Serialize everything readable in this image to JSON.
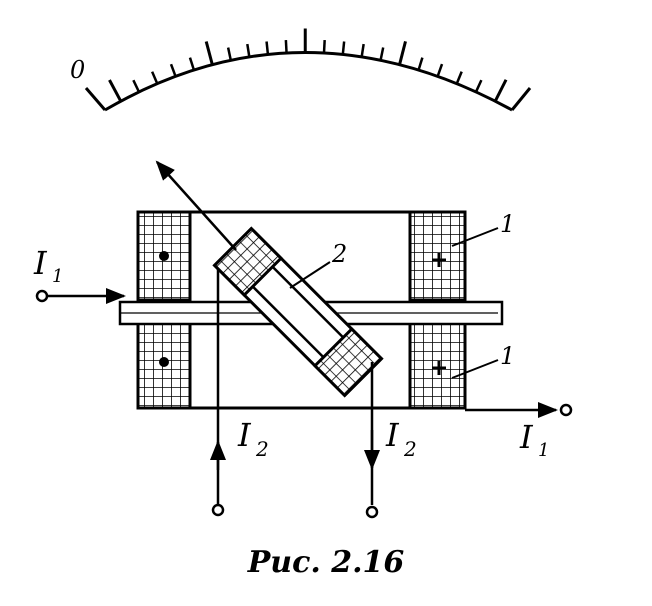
{
  "scale": {
    "zero_label": "0"
  },
  "labels": {
    "current_in_left": "I",
    "current_in_left_sub": "1",
    "current_moving_left": "I",
    "current_moving_left_sub": "2",
    "current_moving_right": "I",
    "current_moving_right_sub": "2",
    "current_out_right": "I",
    "current_out_right_sub": "1",
    "fixed_coil_top": "1",
    "fixed_coil_bottom": "1",
    "moving_coil": "2"
  },
  "caption": "Рис. 2.16",
  "colors": {
    "ink": "#000000",
    "background": "#ffffff"
  }
}
